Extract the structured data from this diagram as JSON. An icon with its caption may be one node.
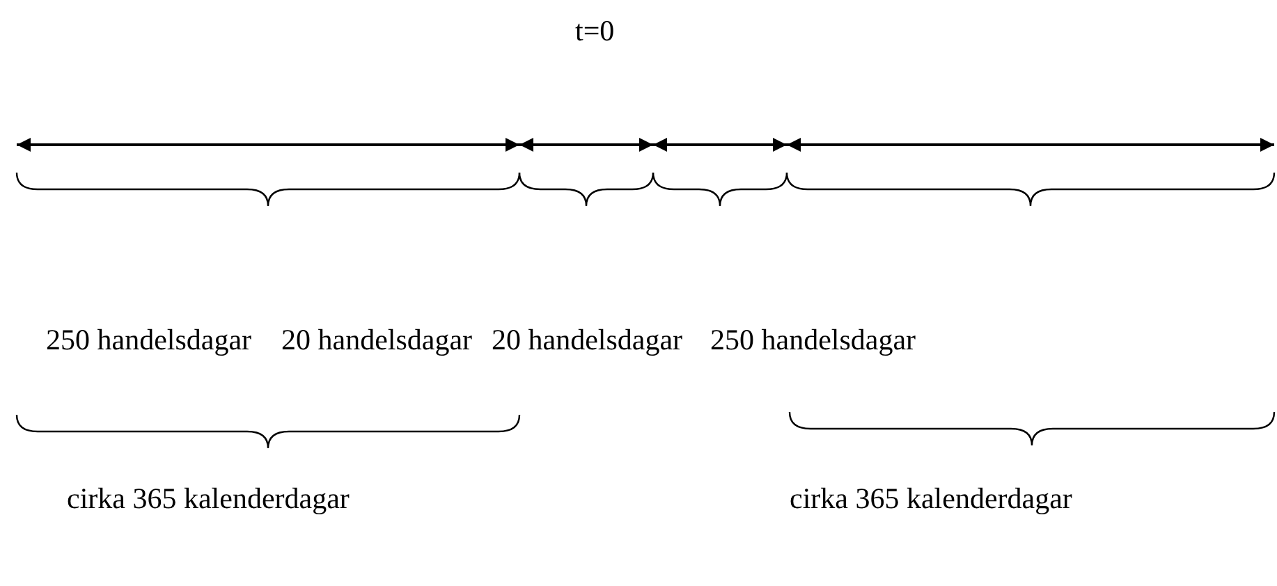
{
  "diagram": {
    "labels": [
      "t=0",
      "250 handelsdagar",
      "20 handelsdagar",
      "20 handelsdagar",
      "250 handelsdagar",
      "cirka 365 kalenderdagar",
      "cirka 365 kalenderdagar"
    ]
  }
}
